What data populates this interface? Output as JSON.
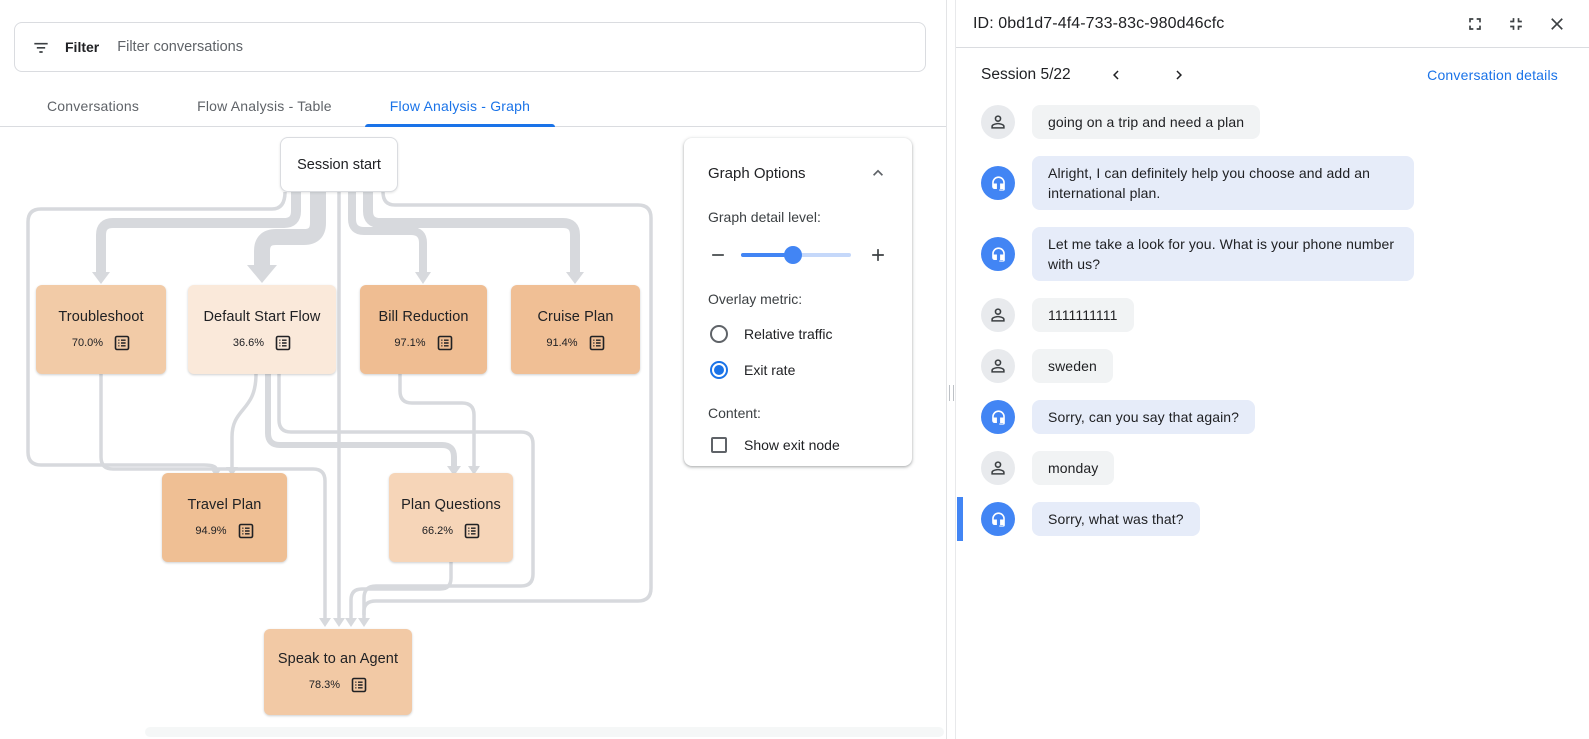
{
  "filter_bar": {
    "label": "Filter",
    "placeholder": "Filter conversations"
  },
  "tabs": [
    {
      "label": "Conversations",
      "active": false
    },
    {
      "label": "Flow Analysis - Table",
      "active": false
    },
    {
      "label": "Flow Analysis - Graph",
      "active": true
    }
  ],
  "graph": {
    "start_node": {
      "label": "Session start"
    },
    "nodes": [
      {
        "id": "troubleshoot",
        "label": "Troubleshoot",
        "exit_rate": "70.0%",
        "color": "#F2CBA7"
      },
      {
        "id": "default-start-flow",
        "label": "Default Start Flow",
        "exit_rate": "36.6%",
        "color": "#FAE9DA"
      },
      {
        "id": "bill-reduction",
        "label": "Bill Reduction",
        "exit_rate": "97.1%",
        "color": "#EFBD92"
      },
      {
        "id": "cruise-plan",
        "label": "Cruise Plan",
        "exit_rate": "91.4%",
        "color": "#F0BF95"
      },
      {
        "id": "travel-plan",
        "label": "Travel Plan",
        "exit_rate": "94.9%",
        "color": "#EFBF94"
      },
      {
        "id": "plan-questions",
        "label": "Plan Questions",
        "exit_rate": "66.2%",
        "color": "#F6D5B8"
      },
      {
        "id": "speak-to-an-agent",
        "label": "Speak to an Agent",
        "exit_rate": "78.3%",
        "color": "#F2C9A5"
      }
    ],
    "edges": [
      {
        "from": "Session start",
        "to": "Troubleshoot"
      },
      {
        "from": "Session start",
        "to": "Default Start Flow"
      },
      {
        "from": "Session start",
        "to": "Bill Reduction"
      },
      {
        "from": "Session start",
        "to": "Cruise Plan"
      },
      {
        "from": "Session start",
        "to": "Travel Plan"
      },
      {
        "from": "Session start",
        "to": "Speak to an Agent"
      },
      {
        "from": "Default Start Flow",
        "to": "Travel Plan"
      },
      {
        "from": "Default Start Flow",
        "to": "Plan Questions"
      },
      {
        "from": "Default Start Flow",
        "to": "Speak to an Agent"
      },
      {
        "from": "Bill Reduction",
        "to": "Plan Questions"
      },
      {
        "from": "Troubleshoot",
        "to": "Speak to an Agent"
      },
      {
        "from": "Plan Questions",
        "to": "Speak to an Agent"
      }
    ],
    "overlay_metric_shown": "Exit rate"
  },
  "graph_options": {
    "title": "Graph Options",
    "detail_label": "Graph detail level:",
    "detail_level_pct": 47,
    "overlay_label": "Overlay metric:",
    "options": [
      {
        "label": "Relative traffic",
        "selected": false
      },
      {
        "label": "Exit rate",
        "selected": true
      }
    ],
    "content_label": "Content:",
    "show_exit_node_label": "Show exit node",
    "show_exit_node_checked": false
  },
  "conversation_panel": {
    "title": "ID: 0bd1d7-4f4-733-83c-980d46cfc",
    "session_label": "Session 5/22",
    "details_link": "Conversation details",
    "messages": [
      {
        "role": "user",
        "text": "going on a trip and need a plan",
        "selected": false
      },
      {
        "role": "bot",
        "text": "Alright, I can definitely help you choose and add an international plan.",
        "selected": false
      },
      {
        "role": "bot",
        "text": "Let me take a look for you. What is your phone number with us?",
        "selected": false
      },
      {
        "role": "user",
        "text": "1111111111",
        "selected": false
      },
      {
        "role": "user",
        "text": "sweden",
        "selected": false
      },
      {
        "role": "bot",
        "text": "Sorry, can you say that again?",
        "selected": false
      },
      {
        "role": "user",
        "text": "monday",
        "selected": false
      },
      {
        "role": "bot",
        "text": "Sorry, what was that?",
        "selected": true
      }
    ]
  },
  "colors": {
    "accent": "#1A73E8",
    "slider_fill": "#4285F4",
    "bot_avatar": "#4285F4",
    "bot_bubble": "#E6ECF9",
    "user_bubble": "#F1F3F4",
    "selected_bar": "#4285F4",
    "edge": "#D7D9DD"
  }
}
